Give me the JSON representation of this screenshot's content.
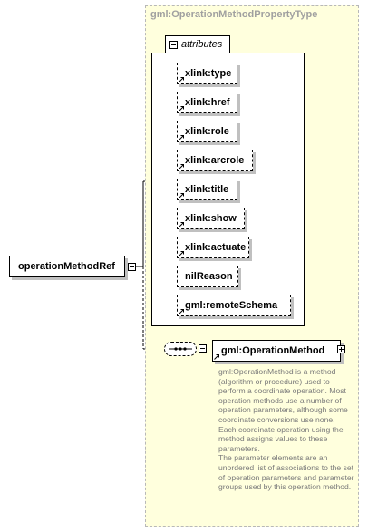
{
  "type_name": "gml:OperationMethodPropertyType",
  "attributes_label": "attributes",
  "attributes": [
    {
      "name": "xlink:type",
      "ref": true
    },
    {
      "name": "xlink:href",
      "ref": true
    },
    {
      "name": "xlink:role",
      "ref": true
    },
    {
      "name": "xlink:arcrole",
      "ref": true
    },
    {
      "name": "xlink:title",
      "ref": true
    },
    {
      "name": "xlink:show",
      "ref": true
    },
    {
      "name": "xlink:actuate",
      "ref": true
    },
    {
      "name": "nilReason",
      "ref": false
    },
    {
      "name": "gml:remoteSchema",
      "ref": true
    }
  ],
  "root_element": "operationMethodRef",
  "child_element": "gml:OperationMethod",
  "documentation": [
    "gml:OperationMethod is a method (algorithm or procedure) used to perform a coordinate operation. Most operation methods use a number of operation parameters, although some coordinate conversions use none. Each coordinate operation using the method assigns values to these parameters.",
    "The parameter elements are an unordered list of associations to the set of operation parameters and parameter groups used by this operation method."
  ]
}
